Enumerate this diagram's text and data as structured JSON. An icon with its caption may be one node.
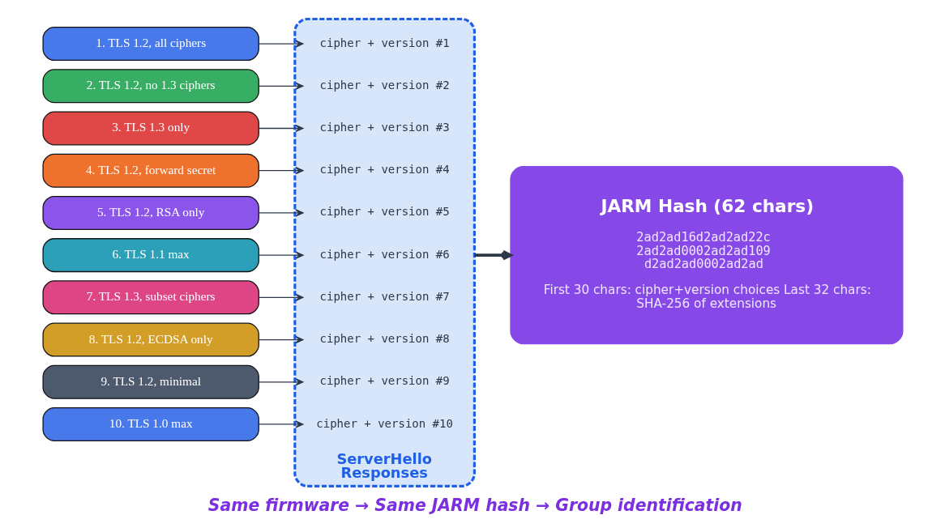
{
  "diagram": {
    "caption": "Same firmware → Same JARM hash → Group identification",
    "nodes": [
      {
        "text": [
          "1. TLS 1.2, all ciphers"
        ]
      },
      {
        "text": [
          "2. TLS 1.2, no 1.3 ciphers"
        ]
      },
      {
        "text": [
          "3. TLS 1.3 only"
        ]
      },
      {
        "text": [
          "4. TLS 1.2, forward secret"
        ]
      },
      {
        "text": [
          "5. TLS 1.2, RSA only"
        ]
      },
      {
        "text": [
          "6. TLS 1.1 max"
        ]
      },
      {
        "text": [
          "7. TLS 1.3, subset ciphers"
        ]
      },
      {
        "text": [
          "8. TLS 1.2, ECDSA only"
        ]
      },
      {
        "text": [
          "9. TLS 1.2, minimal"
        ]
      },
      {
        "text": [
          "10. TLS 1.0 max"
        ]
      },
      {
        "text": [
          "ServerHello Responses"
        ]
      },
      {
        "text": [
          "cipher + version #1"
        ],
        "in": 10
      },
      {
        "text": [
          "cipher + version #2"
        ],
        "in": 10
      },
      {
        "text": [
          "cipher + version #3"
        ],
        "in": 10
      },
      {
        "text": [
          "cipher + version #4"
        ],
        "in": 10
      },
      {
        "text": [
          "cipher + version #5"
        ],
        "in": 10
      },
      {
        "text": [
          "cipher + version #6"
        ],
        "in": 10
      },
      {
        "text": [
          "cipher + version #7"
        ],
        "in": 10
      },
      {
        "text": [
          "cipher + version #8"
        ],
        "in": 10
      },
      {
        "text": [
          "cipher + version #9"
        ],
        "in": 10
      },
      {
        "text": [
          "cipher + version #10"
        ],
        "in": 10
      },
      {
        "text": [
          "JARM Hash (62 chars)",
          "2ad2ad16d2ad2ad22c 2ad2ad0002ad2ad109 d2ad2ad0002ad2ad",
          "First 30 chars: cipher+version choices Last 32 chars: SHA-256 of extensions"
        ]
      }
    ],
    "edges": [
      {
        "from": 0,
        "to": 11,
        "arrow": "to"
      },
      {
        "from": 1,
        "to": 12,
        "arrow": "to"
      },
      {
        "from": 2,
        "to": 13,
        "arrow": "to"
      },
      {
        "from": 3,
        "to": 14,
        "arrow": "to"
      },
      {
        "from": 4,
        "to": 15,
        "arrow": "to"
      },
      {
        "from": 5,
        "to": 16,
        "arrow": "to"
      },
      {
        "from": 6,
        "to": 17,
        "arrow": "to"
      },
      {
        "from": 7,
        "to": 18,
        "arrow": "to"
      },
      {
        "from": 8,
        "to": 19,
        "arrow": "to"
      },
      {
        "from": 9,
        "to": 20,
        "arrow": "to"
      },
      {
        "from": 10,
        "to": 21,
        "arrow": "to",
        "style": "thick"
      }
    ]
  }
}
